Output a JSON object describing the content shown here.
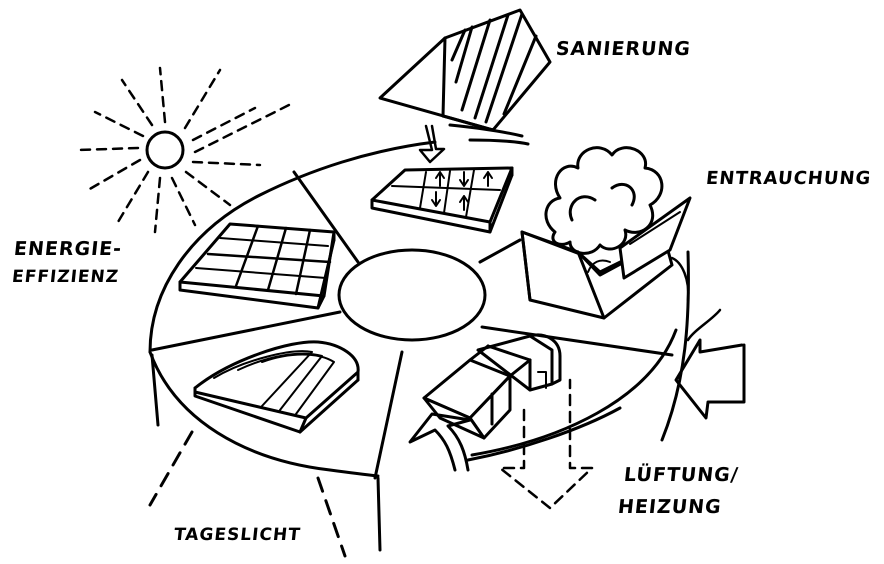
{
  "labels": {
    "sanierung": "SANIERUNG",
    "entrauchung": "ENTRAUCHUNG",
    "energie_line1": "ENERGIE-",
    "energie_line2": "EFFIZIENZ",
    "lueftung_line1": "LÜFTUNG/",
    "lueftung_line2": "HEIZUNG",
    "tageslicht": "TAGESLICHT"
  },
  "colors": {
    "ink": "#000000",
    "paper": "#ffffff"
  }
}
